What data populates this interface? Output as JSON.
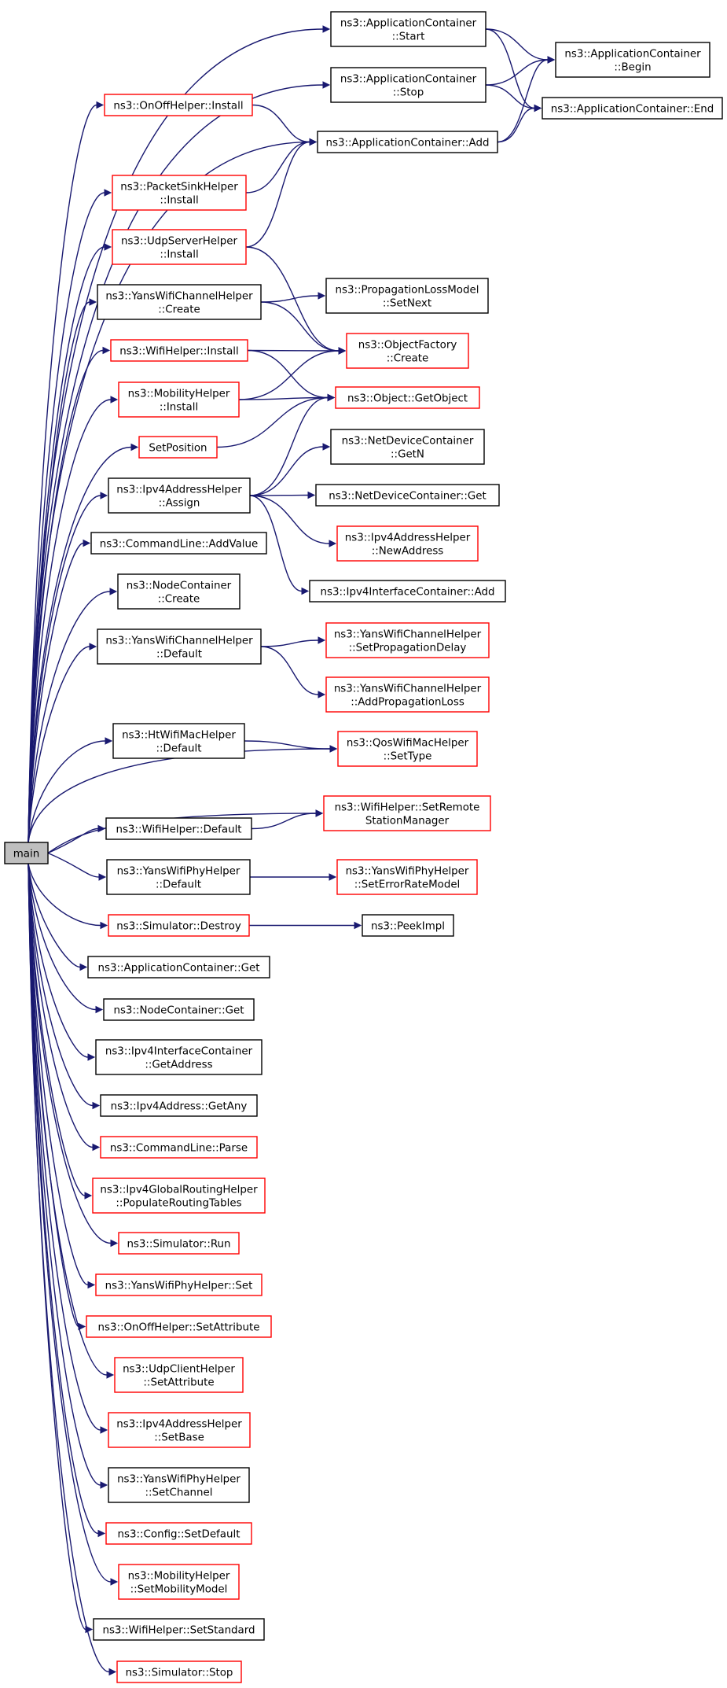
{
  "graph": {
    "title": "",
    "colors": {
      "edge": "#191970",
      "border_documented": "#000000",
      "border_undocumented": "#ff0000",
      "root_fill": "#bfbfbf",
      "background": "#ffffff"
    },
    "nodes": [
      {
        "id": "main",
        "lines": [
          "main"
        ],
        "border": "black",
        "root": true
      },
      {
        "id": "app_start",
        "lines": [
          "ns3::ApplicationContainer",
          "::Start"
        ],
        "border": "black"
      },
      {
        "id": "app_stop",
        "lines": [
          "ns3::ApplicationContainer",
          "::Stop"
        ],
        "border": "black"
      },
      {
        "id": "app_begin",
        "lines": [
          "ns3::ApplicationContainer",
          "::Begin"
        ],
        "border": "black"
      },
      {
        "id": "app_end",
        "lines": [
          "ns3::ApplicationContainer::End"
        ],
        "border": "black"
      },
      {
        "id": "onoff_install",
        "lines": [
          "ns3::OnOffHelper::Install"
        ],
        "border": "red"
      },
      {
        "id": "app_add",
        "lines": [
          "ns3::ApplicationContainer::Add"
        ],
        "border": "black"
      },
      {
        "id": "sink_install",
        "lines": [
          "ns3::PacketSinkHelper",
          "::Install"
        ],
        "border": "red"
      },
      {
        "id": "udpserver_install",
        "lines": [
          "ns3::UdpServerHelper",
          "::Install"
        ],
        "border": "red"
      },
      {
        "id": "yans_channel_create",
        "lines": [
          "ns3::YansWifiChannelHelper",
          "::Create"
        ],
        "border": "black"
      },
      {
        "id": "prop_loss_setnext",
        "lines": [
          "ns3::PropagationLossModel",
          "::SetNext"
        ],
        "border": "black"
      },
      {
        "id": "obj_factory_create",
        "lines": [
          "ns3::ObjectFactory",
          "::Create"
        ],
        "border": "red"
      },
      {
        "id": "wifi_install",
        "lines": [
          "ns3::WifiHelper::Install"
        ],
        "border": "red"
      },
      {
        "id": "mobility_install",
        "lines": [
          "ns3::MobilityHelper",
          "::Install"
        ],
        "border": "red"
      },
      {
        "id": "object_getobject",
        "lines": [
          "ns3::Object::GetObject"
        ],
        "border": "red"
      },
      {
        "id": "setposition",
        "lines": [
          "SetPosition"
        ],
        "border": "red"
      },
      {
        "id": "ipv4_assign",
        "lines": [
          "ns3::Ipv4AddressHelper",
          "::Assign"
        ],
        "border": "black"
      },
      {
        "id": "netdev_getn",
        "lines": [
          "ns3::NetDeviceContainer",
          "::GetN"
        ],
        "border": "black"
      },
      {
        "id": "netdev_get",
        "lines": [
          "ns3::NetDeviceContainer::Get"
        ],
        "border": "black"
      },
      {
        "id": "ipv4_newaddress",
        "lines": [
          "ns3::Ipv4AddressHelper",
          "::NewAddress"
        ],
        "border": "red"
      },
      {
        "id": "ipv4if_add",
        "lines": [
          "ns3::Ipv4InterfaceContainer::Add"
        ],
        "border": "black"
      },
      {
        "id": "cmd_addvalue",
        "lines": [
          "ns3::CommandLine::AddValue"
        ],
        "border": "black"
      },
      {
        "id": "nodecont_create",
        "lines": [
          "ns3::NodeContainer",
          "::Create"
        ],
        "border": "black"
      },
      {
        "id": "yans_channel_default",
        "lines": [
          "ns3::YansWifiChannelHelper",
          "::Default"
        ],
        "border": "black"
      },
      {
        "id": "yans_setpropdelay",
        "lines": [
          "ns3::YansWifiChannelHelper",
          "::SetPropagationDelay"
        ],
        "border": "red"
      },
      {
        "id": "yans_addproploss",
        "lines": [
          "ns3::YansWifiChannelHelper",
          "::AddPropagationLoss"
        ],
        "border": "red"
      },
      {
        "id": "htwifimac_default",
        "lines": [
          "ns3::HtWifiMacHelper",
          "::Default"
        ],
        "border": "black"
      },
      {
        "id": "qoswifimac_settype",
        "lines": [
          "ns3::QosWifiMacHelper",
          "::SetType"
        ],
        "border": "red"
      },
      {
        "id": "wifi_setremote",
        "lines": [
          "ns3::WifiHelper::SetRemote",
          "StationManager"
        ],
        "border": "red"
      },
      {
        "id": "wifi_default",
        "lines": [
          "ns3::WifiHelper::Default"
        ],
        "border": "black"
      },
      {
        "id": "yansphy_default",
        "lines": [
          "ns3::YansWifiPhyHelper",
          "::Default"
        ],
        "border": "black"
      },
      {
        "id": "yansphy_seterror",
        "lines": [
          "ns3::YansWifiPhyHelper",
          "::SetErrorRateModel"
        ],
        "border": "red"
      },
      {
        "id": "sim_destroy",
        "lines": [
          "ns3::Simulator::Destroy"
        ],
        "border": "red"
      },
      {
        "id": "peekimpl",
        "lines": [
          "ns3::PeekImpl"
        ],
        "border": "black"
      },
      {
        "id": "app_get",
        "lines": [
          "ns3::ApplicationContainer::Get"
        ],
        "border": "black"
      },
      {
        "id": "nodecont_get",
        "lines": [
          "ns3::NodeContainer::Get"
        ],
        "border": "black"
      },
      {
        "id": "ipv4if_getaddress",
        "lines": [
          "ns3::Ipv4InterfaceContainer",
          "::GetAddress"
        ],
        "border": "black"
      },
      {
        "id": "ipv4addr_getany",
        "lines": [
          "ns3::Ipv4Address::GetAny"
        ],
        "border": "black"
      },
      {
        "id": "cmd_parse",
        "lines": [
          "ns3::CommandLine::Parse"
        ],
        "border": "red"
      },
      {
        "id": "ipv4global_populate",
        "lines": [
          "ns3::Ipv4GlobalRoutingHelper",
          "::PopulateRoutingTables"
        ],
        "border": "red"
      },
      {
        "id": "sim_run",
        "lines": [
          "ns3::Simulator::Run"
        ],
        "border": "red"
      },
      {
        "id": "yansphy_set",
        "lines": [
          "ns3::YansWifiPhyHelper::Set"
        ],
        "border": "red"
      },
      {
        "id": "onoff_setattr",
        "lines": [
          "ns3::OnOffHelper::SetAttribute"
        ],
        "border": "red"
      },
      {
        "id": "udpclient_setattr",
        "lines": [
          "ns3::UdpClientHelper",
          "::SetAttribute"
        ],
        "border": "red"
      },
      {
        "id": "ipv4_setbase",
        "lines": [
          "ns3::Ipv4AddressHelper",
          "::SetBase"
        ],
        "border": "red"
      },
      {
        "id": "yansphy_setchannel",
        "lines": [
          "ns3::YansWifiPhyHelper",
          "::SetChannel"
        ],
        "border": "black"
      },
      {
        "id": "config_setdefault",
        "lines": [
          "ns3::Config::SetDefault"
        ],
        "border": "red"
      },
      {
        "id": "mobility_setmodel",
        "lines": [
          "ns3::MobilityHelper",
          "::SetMobilityModel"
        ],
        "border": "red"
      },
      {
        "id": "wifi_setstandard",
        "lines": [
          "ns3::WifiHelper::SetStandard"
        ],
        "border": "black"
      },
      {
        "id": "sim_stop",
        "lines": [
          "ns3::Simulator::Stop"
        ],
        "border": "red"
      }
    ],
    "edges": [
      [
        "main",
        "app_start"
      ],
      [
        "main",
        "app_stop"
      ],
      [
        "main",
        "onoff_install"
      ],
      [
        "main",
        "app_add"
      ],
      [
        "main",
        "sink_install"
      ],
      [
        "main",
        "udpserver_install"
      ],
      [
        "main",
        "yans_channel_create"
      ],
      [
        "main",
        "wifi_install"
      ],
      [
        "main",
        "mobility_install"
      ],
      [
        "main",
        "setposition"
      ],
      [
        "main",
        "ipv4_assign"
      ],
      [
        "main",
        "cmd_addvalue"
      ],
      [
        "main",
        "nodecont_create"
      ],
      [
        "main",
        "yans_channel_default"
      ],
      [
        "main",
        "qoswifimac_settype"
      ],
      [
        "main",
        "htwifimac_default"
      ],
      [
        "main",
        "wifi_setremote"
      ],
      [
        "main",
        "wifi_default"
      ],
      [
        "main",
        "yansphy_default"
      ],
      [
        "main",
        "sim_destroy"
      ],
      [
        "main",
        "app_get"
      ],
      [
        "main",
        "nodecont_get"
      ],
      [
        "main",
        "ipv4if_getaddress"
      ],
      [
        "main",
        "ipv4addr_getany"
      ],
      [
        "main",
        "cmd_parse"
      ],
      [
        "main",
        "ipv4global_populate"
      ],
      [
        "main",
        "sim_run"
      ],
      [
        "main",
        "yansphy_set"
      ],
      [
        "main",
        "onoff_setattr"
      ],
      [
        "main",
        "udpclient_setattr"
      ],
      [
        "main",
        "ipv4_setbase"
      ],
      [
        "main",
        "yansphy_setchannel"
      ],
      [
        "main",
        "config_setdefault"
      ],
      [
        "main",
        "mobility_setmodel"
      ],
      [
        "main",
        "wifi_setstandard"
      ],
      [
        "main",
        "sim_stop"
      ],
      [
        "app_start",
        "app_begin"
      ],
      [
        "app_start",
        "app_end"
      ],
      [
        "app_stop",
        "app_begin"
      ],
      [
        "app_stop",
        "app_end"
      ],
      [
        "onoff_install",
        "app_add"
      ],
      [
        "app_add",
        "app_begin"
      ],
      [
        "app_add",
        "app_end"
      ],
      [
        "sink_install",
        "app_add"
      ],
      [
        "udpserver_install",
        "app_add"
      ],
      [
        "udpserver_install",
        "obj_factory_create"
      ],
      [
        "yans_channel_create",
        "prop_loss_setnext"
      ],
      [
        "yans_channel_create",
        "obj_factory_create"
      ],
      [
        "wifi_install",
        "obj_factory_create"
      ],
      [
        "wifi_install",
        "object_getobject"
      ],
      [
        "mobility_install",
        "obj_factory_create"
      ],
      [
        "mobility_install",
        "object_getobject"
      ],
      [
        "setposition",
        "object_getobject"
      ],
      [
        "ipv4_assign",
        "object_getobject"
      ],
      [
        "ipv4_assign",
        "netdev_getn"
      ],
      [
        "ipv4_assign",
        "netdev_get"
      ],
      [
        "ipv4_assign",
        "ipv4_newaddress"
      ],
      [
        "ipv4_assign",
        "ipv4if_add"
      ],
      [
        "yans_channel_default",
        "yans_setpropdelay"
      ],
      [
        "yans_channel_default",
        "yans_addproploss"
      ],
      [
        "htwifimac_default",
        "qoswifimac_settype"
      ],
      [
        "wifi_default",
        "wifi_setremote"
      ],
      [
        "yansphy_default",
        "yansphy_seterror"
      ],
      [
        "sim_destroy",
        "peekimpl"
      ]
    ]
  }
}
